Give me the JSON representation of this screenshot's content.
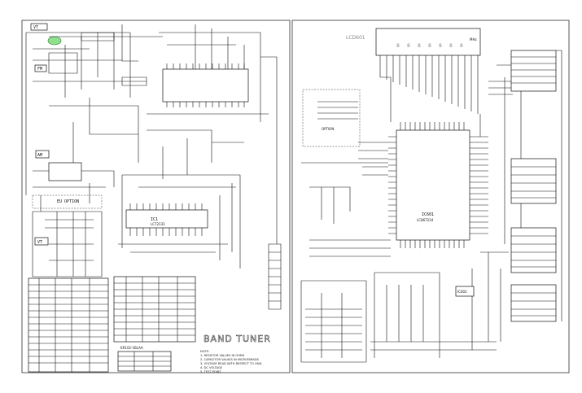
{
  "left_panel": {
    "ic_tuner": {
      "label": "IC1",
      "part": "LC72131"
    },
    "labels_top": [
      "VT",
      "FM"
    ],
    "labels_mid": [
      "AM",
      "VT"
    ],
    "option_label": "EU OPTION",
    "part_number": "KR102-1BLAA",
    "title": "BAND TUNER",
    "notes": [
      "NOTE:",
      "1. RESISTOR VALUES IN OHMS",
      "2. CAPACITOR VALUES IN MICROFARADS",
      "3. VOLTAGE READ WITH RESPECT TO GND",
      "4. DC VOLTAGE",
      "5. TEST POINT"
    ]
  },
  "right_panel": {
    "lcd_label": "LCD601",
    "lcd_glyphs": [
      "8",
      "8",
      "8",
      "8",
      "8",
      "8",
      "8"
    ],
    "lcd_unit": "MHz",
    "main_ic": {
      "label": "IC601",
      "part": "LC867224"
    },
    "option_box_label": "OPTION",
    "small_ic_label": "IC602"
  },
  "colors": {
    "line": "#111111",
    "highlight": "#8fe08f",
    "background": "#ffffff"
  }
}
